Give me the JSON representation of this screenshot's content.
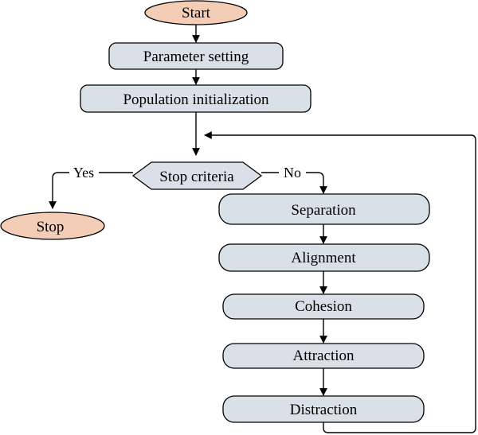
{
  "flowchart": {
    "start": "Start",
    "parameter_setting": "Parameter setting",
    "population_initialization": "Population initialization",
    "stop_criteria": "Stop criteria",
    "yes_label": "Yes",
    "no_label": "No",
    "stop": "Stop",
    "steps": [
      "Separation",
      "Alignment",
      "Cohesion",
      "Attraction",
      "Distraction"
    ]
  },
  "colors": {
    "terminal_fill": "#f3cdb6",
    "process_fill": "#d9e0e8",
    "stroke": "#000000"
  }
}
